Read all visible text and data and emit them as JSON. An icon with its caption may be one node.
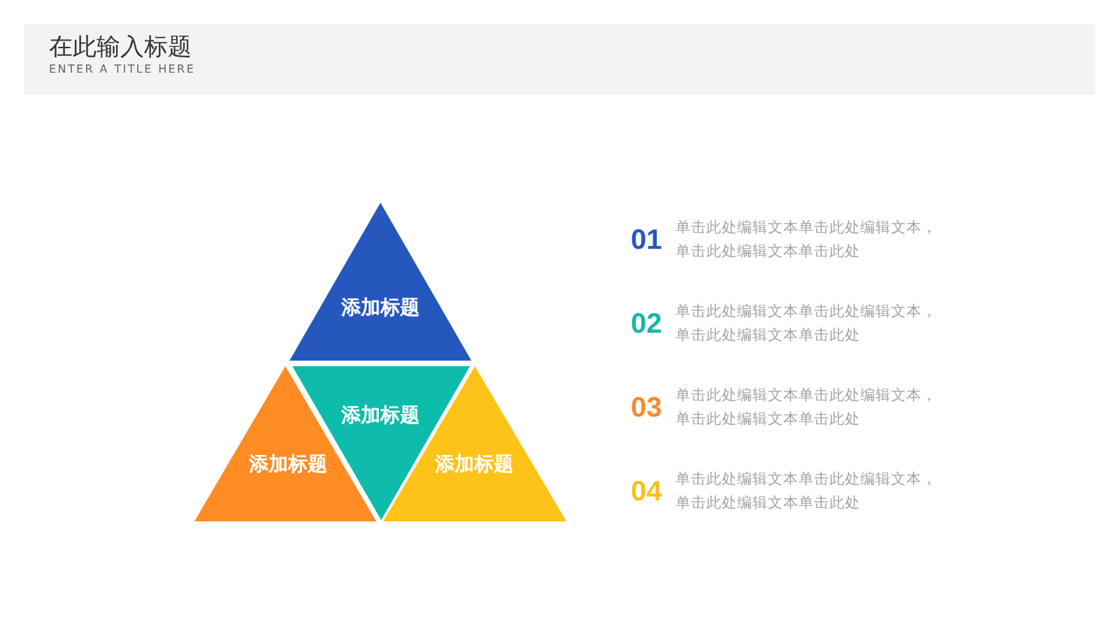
{
  "diagram": {
    "title": "在此输入标题",
    "nodes": [
      {
        "text": [
          "添加标题"
        ]
      },
      {
        "text": [
          "添加标题"
        ]
      },
      {
        "text": [
          "添加标题"
        ]
      },
      {
        "text": [
          "添加标题"
        ]
      }
    ],
    "labels": [
      "ENTER A TITLE HERE",
      "01",
      "单击此处编辑文本单击此处编辑文本，单击此处编辑文本单击此处",
      "02",
      "单击此处编辑文本单击此处编辑文本，单击此处编辑文本单击此处",
      "03",
      "单击此处编辑文本单击此处编辑文本，单击此处编辑文本单击此处",
      "04",
      "单击此处编辑文本单击此处编辑文本，单击此处编辑文本单击此处"
    ]
  }
}
